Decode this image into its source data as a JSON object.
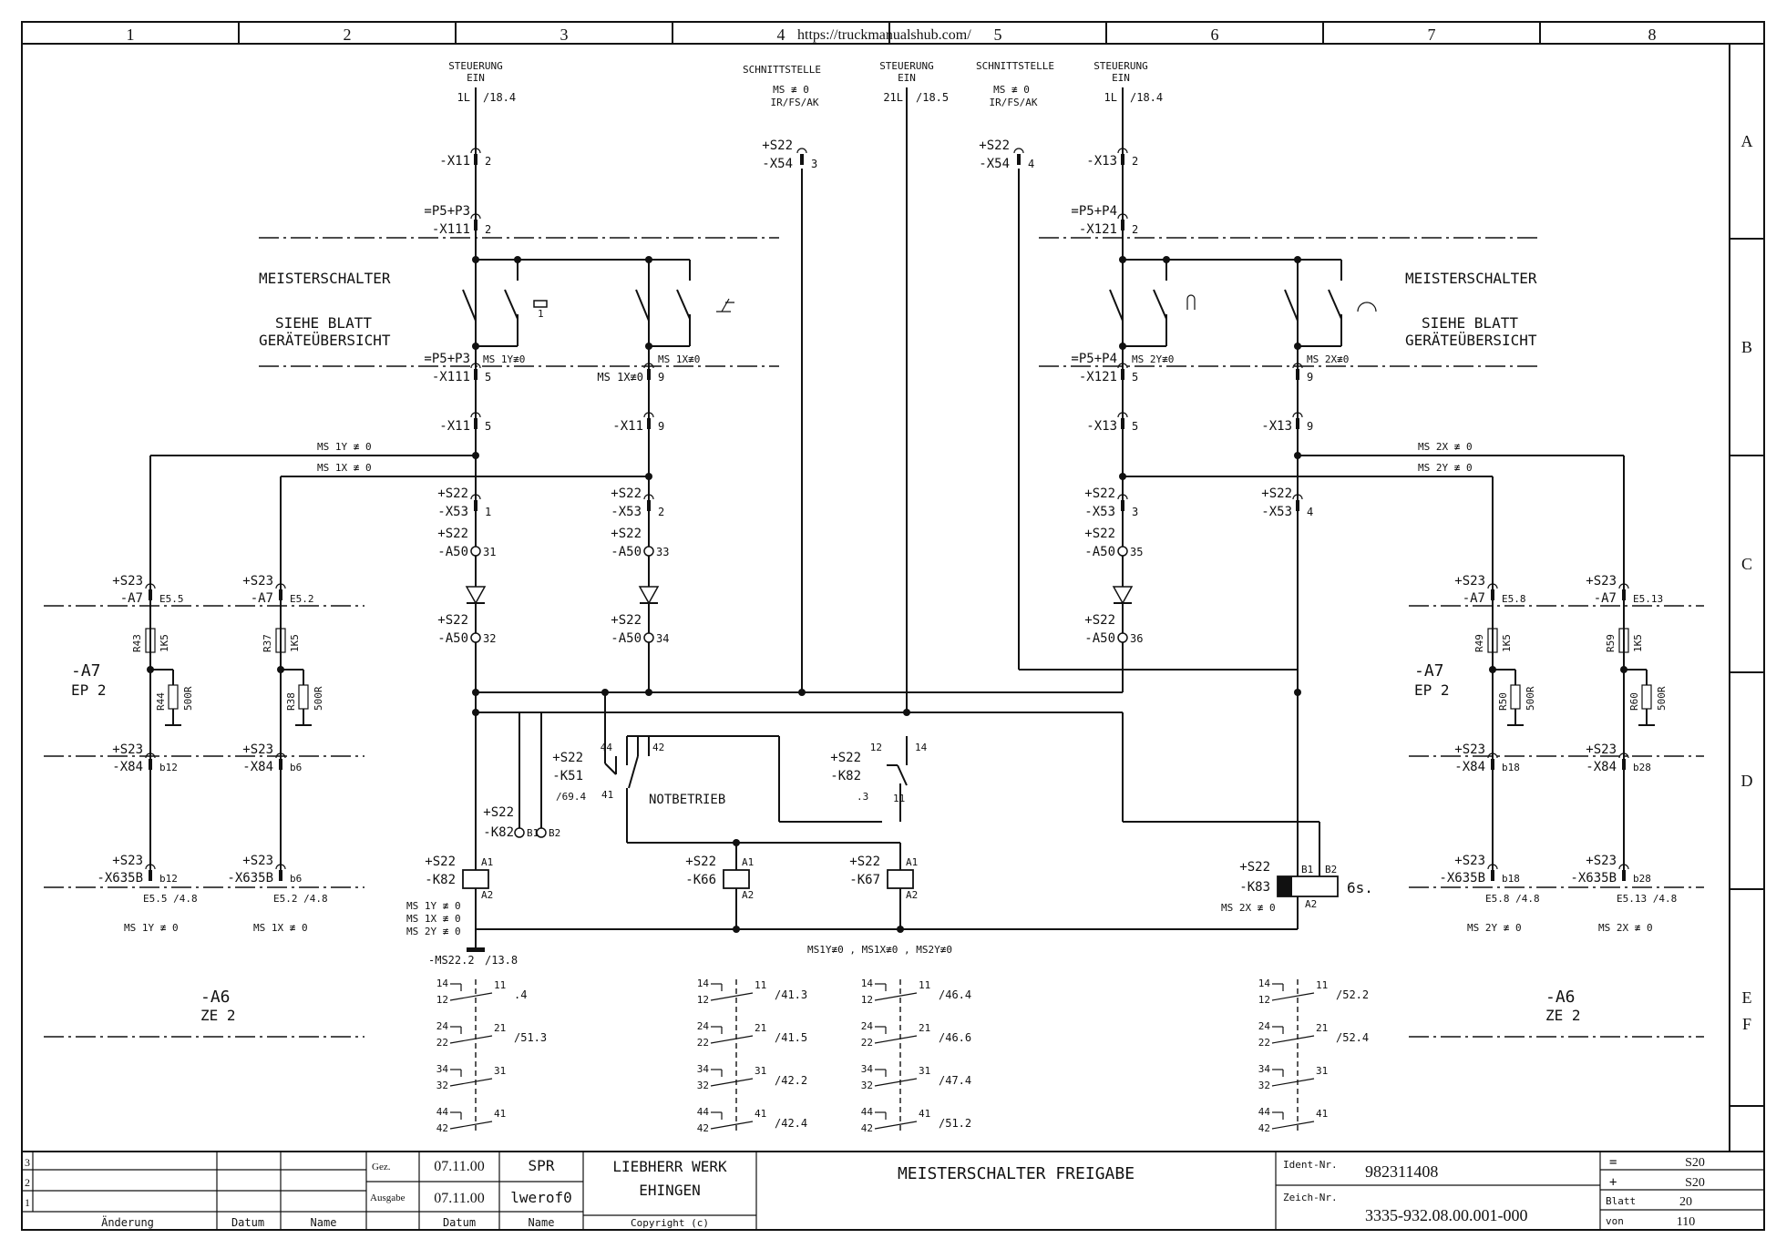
{
  "url": "https://truckmanualshub.com/",
  "columns": [
    "1",
    "2",
    "3",
    "4",
    "5",
    "6",
    "7",
    "8"
  ],
  "rows": [
    "A",
    "B",
    "C",
    "D",
    "E",
    "F"
  ],
  "top_labels": {
    "steuerung": "STEUERUNG",
    "ein": "EIN",
    "schnittstelle": "SCHNITTSTELLE",
    "ms0": "MS ≢ 0",
    "irfsak": "IR/FS/AK",
    "w1l_left": "1L",
    "w1l_left_ref": "/18.4",
    "w21l": "21L",
    "w21l_ref": "/18.5",
    "w1l_right": "1L",
    "w1l_right_ref": "/18.4"
  },
  "connectors": {
    "x11": "-X11",
    "x13": "-X13",
    "x54": "-X54",
    "s22": "+S22",
    "s23": "+S23",
    "p5p3": "=P5+P3",
    "p5p4": "=P5+P4",
    "x111": "-X111",
    "x121": "-X121",
    "x53": "-X53",
    "a50": "-A50",
    "a7": "-A7",
    "x84": "-X84",
    "x635b": "-X635B",
    "n1": "1",
    "n2": "2",
    "n3": "3",
    "n4": "4",
    "n5": "5",
    "n9": "9",
    "n31": "31",
    "n32": "32",
    "n33": "33",
    "n34": "34",
    "n35": "35",
    "n36": "36",
    "e55": "E5.5",
    "e52": "E5.2",
    "e58": "E5.8",
    "e513": "E5.13",
    "b12": "b12",
    "b6": "b6",
    "b18": "b18",
    "b28": "b28",
    "ref55": "E5.5  /4.8",
    "ref52": "E5.2  /4.8",
    "ref58": "E5.8  /4.8",
    "ref513": "E5.13  /4.8"
  },
  "meisterschalter": {
    "title": "MEISTERSCHALTER",
    "siehe": "SIEHE BLATT",
    "geraete": "GERÄTEÜBERSICHT",
    "ms1y": "MS 1Y≢0",
    "ms1x": "MS 1X≢0",
    "ms2y": "MS 2Y≢0",
    "ms2x": "MS 2X≢0"
  },
  "bus_labels": {
    "ms1y0": "MS 1Y ≢ 0",
    "ms1x0": "MS 1X ≢ 0",
    "ms2x0": "MS 2X ≢ 0",
    "ms2y0": "MS 2Y ≢ 0"
  },
  "modules": {
    "a7": "-A7",
    "ep2": "EP 2",
    "a6": "-A6",
    "ze2": "ZE 2",
    "r43": "R43",
    "r37": "R37",
    "r44": "R44",
    "r38": "R38",
    "r49": "R49",
    "r59": "R59",
    "r50": "R50",
    "r60": "R60",
    "1k5": "1K5",
    "500r": "500R"
  },
  "relays": {
    "k51": "-K51",
    "k51_ref": "/69.4",
    "notbetrieb": "NOTBETRIEB",
    "k82": "-K82",
    "k82_ref": ".3",
    "k66": "-K66",
    "k67": "-K67",
    "k83": "-K83",
    "a1": "A1",
    "a2": "A2",
    "b1": "B1",
    "b2": "B2",
    "t6s": "6s.",
    "c44": "44",
    "c42": "42",
    "c41": "41",
    "c12": "12",
    "c14": "14",
    "c11": "11",
    "k82_coil_notes": [
      "MS 1Y ≢ 0",
      "MS 1X ≢ 0",
      "MS 2Y ≢ 0"
    ],
    "k83_note": "MS 2X ≢ 0",
    "ms22": "-MS22.2",
    "ms22_ref": "/13.8",
    "mid_note": "MS1Y≢0 , MS1X≢0 , MS2Y≢0"
  },
  "contact_tables": [
    {
      "refs": [
        ".4",
        "/51.3",
        "",
        ""
      ]
    },
    {
      "refs": [
        "/41.3",
        "/41.5",
        "/42.2",
        "/42.4"
      ]
    },
    {
      "refs": [
        "/46.4",
        "/46.6",
        "/47.4",
        "/51.2"
      ]
    },
    {
      "refs": [
        "/52.2",
        "/52.4",
        "",
        ""
      ]
    }
  ],
  "contact_pins": {
    "p14": "14",
    "p12": "12",
    "p11": "11",
    "p24": "24",
    "p22": "22",
    "p21": "21",
    "p34": "34",
    "p32": "32",
    "p31": "31",
    "p44": "44",
    "p42": "42",
    "p41": "41"
  },
  "title_block": {
    "rev_rows": [
      "3",
      "2",
      "1"
    ],
    "aenderung": "Änderung",
    "datum": "Datum",
    "name": "Name",
    "gez": "Gez.",
    "ausgabe": "Ausgabe",
    "gez_date": "07.11.00",
    "gez_name": "SPR",
    "aus_date": "07.11.00",
    "aus_name": "lwerof0",
    "company1": "LIEBHERR WERK",
    "company2": "EHINGEN",
    "copyright": "Copyright (c)",
    "title": "MEISTERSCHALTER FREIGABE",
    "ident_label": "Ident-Nr.",
    "ident": "982311408",
    "zeich_label": "Zeich-Nr.",
    "zeich": "3335-932.08.00.001-000",
    "eq": "=",
    "eq_val": "S20",
    "plus": "+",
    "plus_val": "S20",
    "blatt": "Blatt",
    "blatt_val": "20",
    "von": "von",
    "von_val": "110"
  }
}
